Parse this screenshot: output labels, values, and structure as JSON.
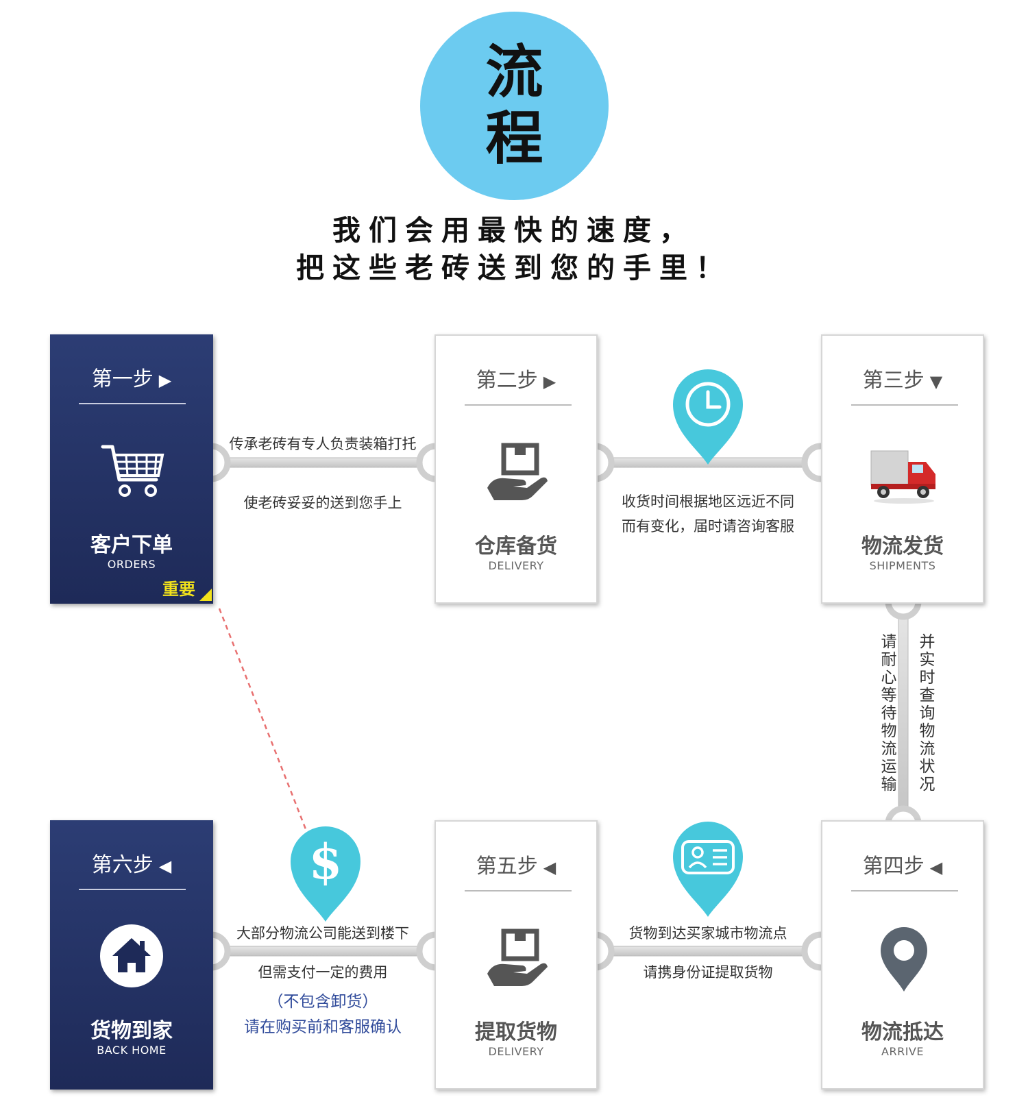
{
  "title": {
    "char1": "流",
    "char2": "程",
    "color": "#6ccbf0"
  },
  "slogan": {
    "line1": "我们会用最快的速度，",
    "line2": "把这些老砖送到您的手里！"
  },
  "colors": {
    "navy": "#1e2a58",
    "accent_cyan": "#47c8dc",
    "badge_yellow": "#f2e21b",
    "connector": "#d0d0d0",
    "dashed_line": "#e87070"
  },
  "steps": [
    {
      "step": "第一步",
      "arrow": "▶",
      "name": "客户下单",
      "en": "ORDERS",
      "badge": "重要",
      "icon": "shopping-cart-icon"
    },
    {
      "step": "第二步",
      "arrow": "▶",
      "name": "仓库备货",
      "en": "DELIVERY",
      "icon": "hand-box-icon"
    },
    {
      "step": "第三步",
      "arrow": "▼",
      "name": "物流发货",
      "en": "SHIPMENTS",
      "icon": "truck-icon"
    },
    {
      "step": "第四步",
      "arrow": "◀",
      "name": "物流抵达",
      "en": "ARRIVE",
      "icon": "location-pin-icon"
    },
    {
      "step": "第五步",
      "arrow": "◀",
      "name": "提取货物",
      "en": "DELIVERY",
      "icon": "hand-box-icon"
    },
    {
      "step": "第六步",
      "arrow": "◀",
      "name": "货物到家",
      "en": "BACK HOME",
      "icon": "home-icon"
    }
  ],
  "connectors": {
    "c12": {
      "top": "传承老砖有专人负责装箱打托",
      "bottom": "使老砖妥妥的送到您手上"
    },
    "c23": {
      "line1": "收货时间根据地区远近不同",
      "line2": "而有变化，届时请咨询客服",
      "marker": "clock-icon"
    },
    "c34": {
      "left": "请耐心等待物流运输",
      "right": "并实时查询物流状况"
    },
    "c45": {
      "top": "货物到达买家城市物流点",
      "bottom": "请携身份证提取货物",
      "marker": "id-card-icon"
    },
    "c56": {
      "top": "大部分物流公司能送到楼下",
      "bottom": "但需支付一定的费用",
      "note1": "（不包含卸货）",
      "note2": "请在购买前和客服确认",
      "marker": "dollar-icon"
    }
  }
}
